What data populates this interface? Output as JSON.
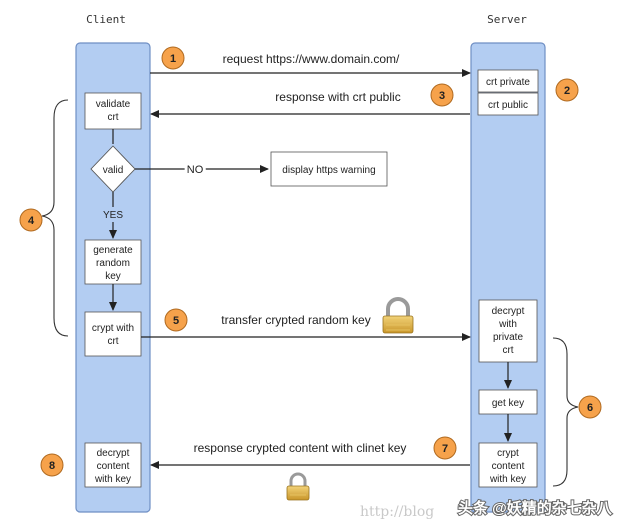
{
  "lanes": {
    "client": "Client",
    "server": "Server"
  },
  "steps": [
    "1",
    "2",
    "3",
    "4",
    "5",
    "6",
    "7",
    "8"
  ],
  "messages": {
    "request": "request https://www.domain.com/",
    "response_crt": "response with crt public",
    "transfer": "transfer crypted random key",
    "response_content": "response crypted content with clinet key"
  },
  "server_boxes": {
    "crt_private": "crt private",
    "crt_public": "crt public",
    "decrypt_private": [
      "decrypt",
      "with",
      "private",
      "crt"
    ],
    "get_key": "get key",
    "crypt_content": [
      "crypt",
      "content",
      "with key"
    ]
  },
  "client_boxes": {
    "validate": [
      "validate",
      "crt"
    ],
    "valid": "valid",
    "no": "NO",
    "yes": "YES",
    "warning": "display https warning",
    "generate": [
      "generate",
      "random",
      "key"
    ],
    "crypt_crt": [
      "crypt with",
      "crt"
    ],
    "decrypt_content": [
      "decrypt",
      "content",
      "with key"
    ]
  },
  "watermark": {
    "url": "http://blog",
    "source": "头条 @妖精的杂七杂八"
  },
  "colors": {
    "lane_fill": "#b3cdf2",
    "lane_stroke": "#6f8fc4",
    "step_fill": "#f6a24b",
    "step_stroke": "#b06a20"
  }
}
